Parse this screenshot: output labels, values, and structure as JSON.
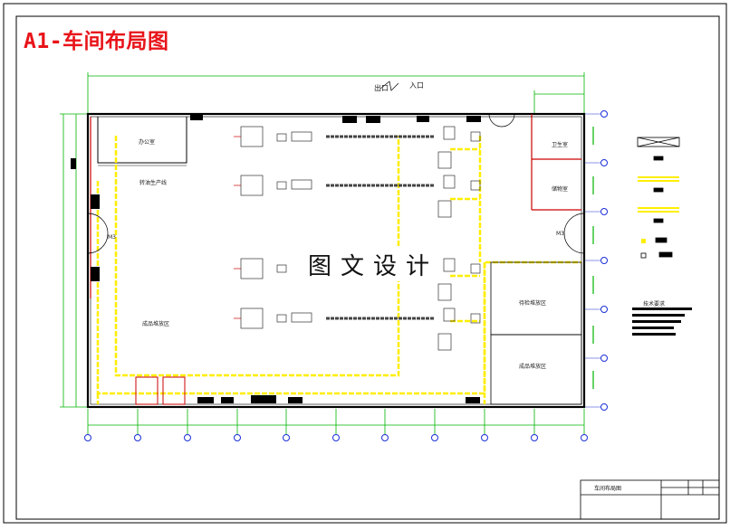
{
  "drawing": {
    "title": "A1-车间布局图",
    "watermark": "图文设计"
  },
  "labels": {
    "exit": "出口",
    "entrance": "入口",
    "office": "办公室",
    "production_line": "转油生产线",
    "finished_storage": "成品堆放区",
    "raw_storage": "待检堆放区",
    "finished_storage_2": "成品堆放区",
    "toilet": "卫生室",
    "storage_room": "储物室",
    "door_tag": "M3",
    "tech_notes": "技术要求"
  },
  "title_block": {
    "drawing_name": "车间布局图"
  },
  "colors": {
    "title": "#e8141a",
    "wall": "#000000",
    "aisle": "#ffee00",
    "accent_red": "#cc0000",
    "grid_blue": "#1a2fd6",
    "green_dim": "#00b400"
  }
}
